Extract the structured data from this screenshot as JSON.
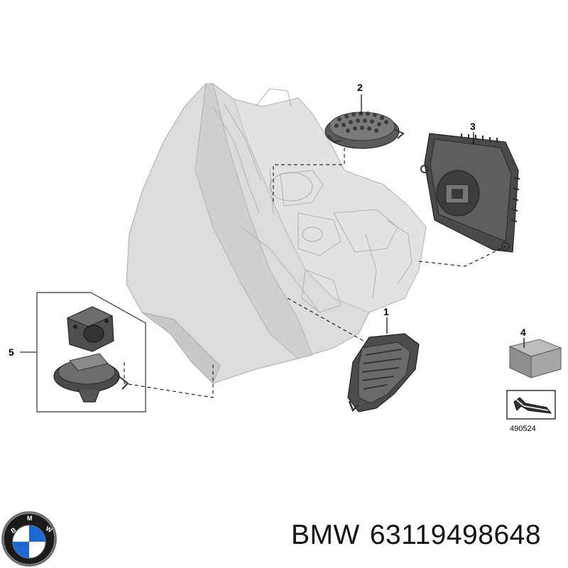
{
  "callouts": {
    "c1": "1",
    "c2": "2",
    "c3": "3",
    "c4": "4",
    "c5": "5"
  },
  "reference_code": "490524",
  "brand": {
    "name": "BMW",
    "part_number": "63119498648",
    "logo_letters": "BMW"
  },
  "colors": {
    "housing": "#d9d9d9",
    "housing_stroke": "#b3b3b3",
    "part_dark": "#444444",
    "part_mid": "#6b6b6b",
    "logo_blue": "#1c69d4"
  }
}
